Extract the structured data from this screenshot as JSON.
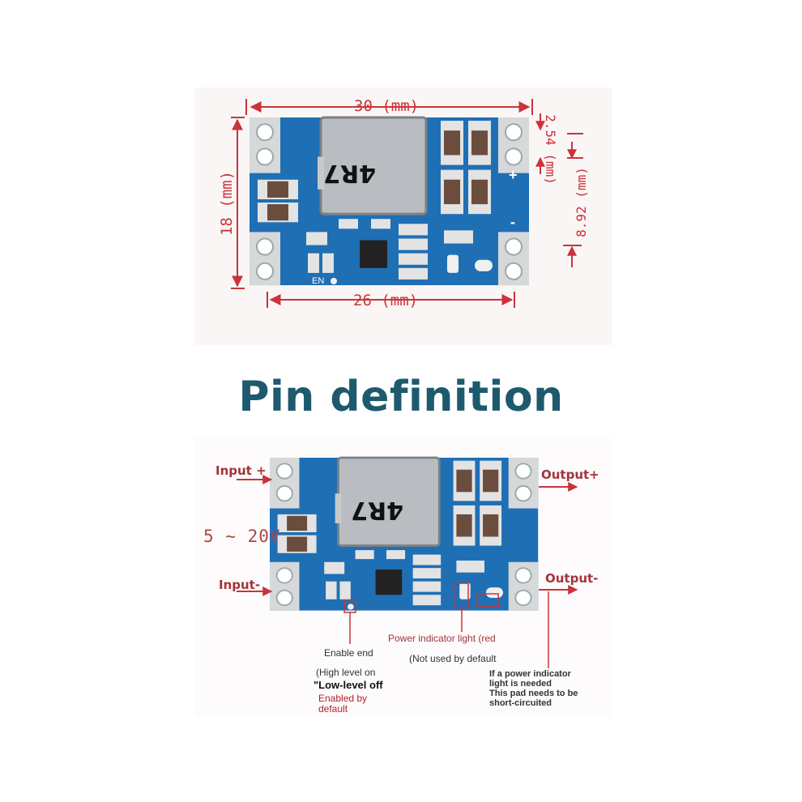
{
  "title": "Pin definition",
  "dimensions": {
    "width": "30 (mm)",
    "height": "18 (mm)",
    "pin_pitch": "2.54 (mm)",
    "pin_spacing": "8.92 (mm)",
    "hole_span": "26 (mm)"
  },
  "board": {
    "inductor_marking": "4R7",
    "en_label": "EN",
    "plus_mark": "+",
    "minus_mark": "-"
  },
  "pins": {
    "input_plus": "Input +",
    "input_minus": "Input-",
    "output_plus": "Output+",
    "output_minus": "Output-",
    "voltage_range": "5 ~ 20V"
  },
  "annotations": {
    "enable_end": "Enable end",
    "high_level": "(High level on",
    "low_level": "\"Low-level off",
    "enabled_default_1": "Enabled by",
    "enabled_default_2": "default",
    "power_light": "Power indicator light (red",
    "not_used": "(Not used by default",
    "pad_note_1": "If a power indicator",
    "pad_note_2": "light is needed",
    "pad_note_3": "This pad needs to be",
    "pad_note_4": "short-circuited"
  },
  "colors": {
    "pcb_blue": "#1f6fb5",
    "dimension_red": "#c9343a",
    "title_teal": "#1d5a6e",
    "pin_label_red": "#a3343a"
  }
}
